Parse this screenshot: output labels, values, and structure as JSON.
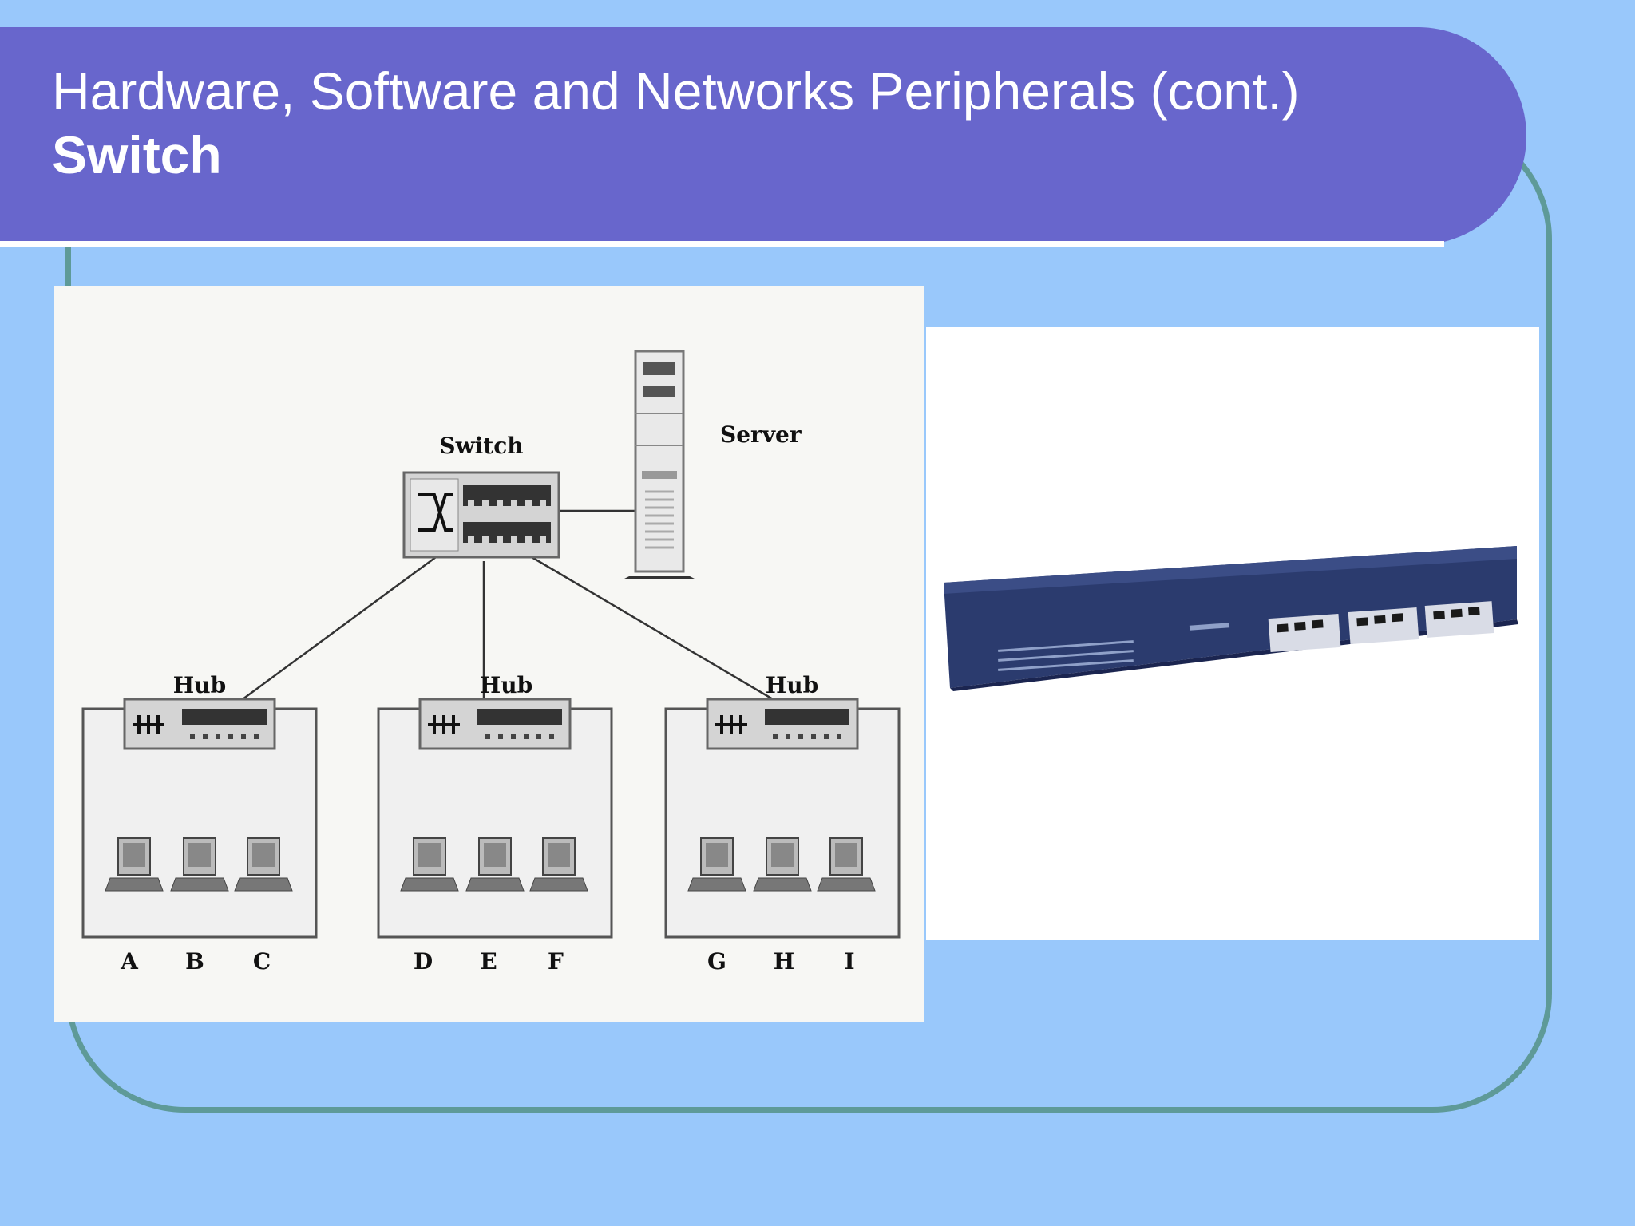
{
  "slide": {
    "title": "Hardware, Software and Networks Peripherals (cont.)",
    "subtitle": "Switch"
  },
  "diagram": {
    "switch_label": "Switch",
    "server_label": "Server",
    "hubs": [
      {
        "label": "Hub",
        "computers": [
          "A",
          "B",
          "C"
        ]
      },
      {
        "label": "Hub",
        "computers": [
          "D",
          "E",
          "F"
        ]
      },
      {
        "label": "Hub",
        "computers": [
          "G",
          "H",
          "I"
        ]
      }
    ]
  },
  "colors": {
    "background": "#99c8fb",
    "title_bar": "#6866cc",
    "frame": "#5e9a98",
    "switch_body": "#2b3b6e"
  }
}
